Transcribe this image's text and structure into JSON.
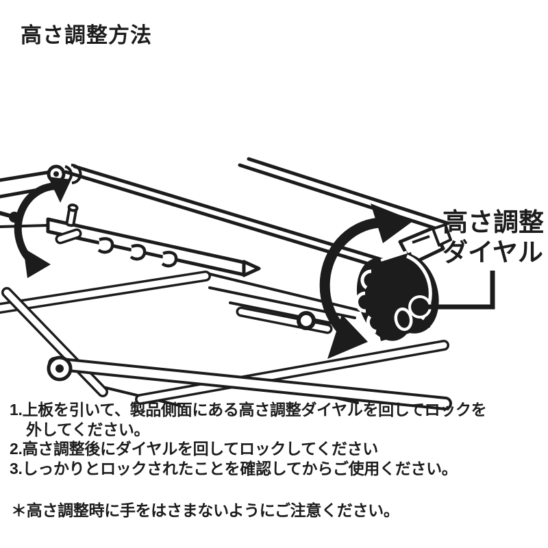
{
  "page": {
    "background": "#ffffff",
    "ink": "#1c1c1c"
  },
  "title": "高さ調整方法",
  "diagram": {
    "callout": {
      "line1": "高さ調整",
      "line2": "ダイヤル"
    },
    "icons": {
      "lever_rotation_arrow": "curved-double-headed-arrow",
      "dial_rotation_arrow": "curved-double-headed-arrow",
      "callout_connector": "elbow-line-with-dot"
    }
  },
  "instructions": {
    "lines": [
      "1.上板を引いて、製品側面にある高さ調整ダイヤルを回してロックを",
      "外してください。",
      "2.高さ調整後にダイヤルを回してロックしてください",
      "3.しっかりとロックされたことを確認してからご使用ください。"
    ]
  },
  "note": "＊高さ調整時に手をはさまないようにご注意ください。"
}
